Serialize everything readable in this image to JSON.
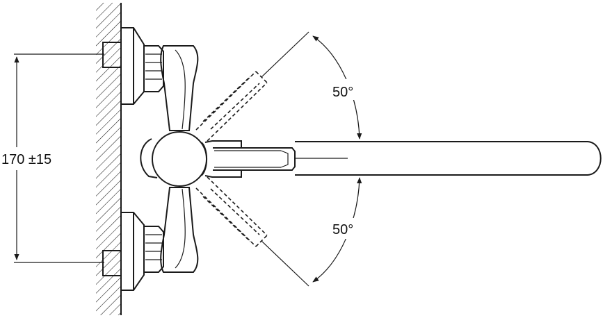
{
  "dimensions": {
    "height_label": "170 ±15",
    "angle_upper_label": "50°",
    "angle_lower_label": "50°"
  },
  "colors": {
    "line": "#1a1a1a",
    "background": "#ffffff"
  }
}
